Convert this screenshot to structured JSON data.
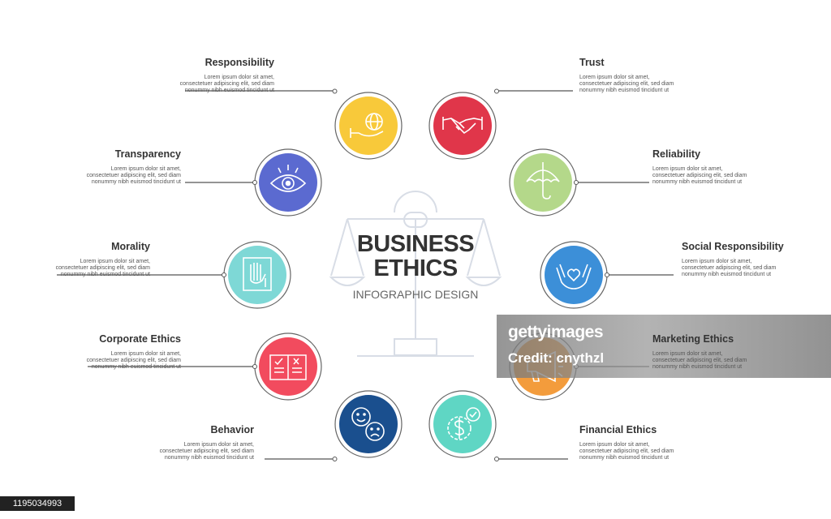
{
  "center": {
    "title_line1": "BUSINESS",
    "title_line2": "ETHICS",
    "subtitle": "INFOGRAPHIC DESIGN"
  },
  "placeholder_lines": [
    "Lorem ipsum dolor sit amet,",
    "consectetuer adipiscing elit, sed diam",
    "nonummy nibh euismod tincidunt ut"
  ],
  "items": [
    {
      "id": "responsibility",
      "title": "Responsibility",
      "color": "#F8C93A",
      "icon": "hand-globe-icon"
    },
    {
      "id": "transparency",
      "title": "Transparency",
      "color": "#5B6AD0",
      "icon": "eye-icon"
    },
    {
      "id": "morality",
      "title": "Morality",
      "color": "#7ED8D6",
      "icon": "raised-hand-icon"
    },
    {
      "id": "corporate-ethics",
      "title": "Corporate Ethics",
      "color": "#F24B5E",
      "icon": "open-book-icon"
    },
    {
      "id": "behavior",
      "title": "Behavior",
      "color": "#1A4F8E",
      "icon": "smiley-faces-icon"
    },
    {
      "id": "trust",
      "title": "Trust",
      "color": "#E0364A",
      "icon": "handshake-icon"
    },
    {
      "id": "reliability",
      "title": "Reliability",
      "color": "#B4D88A",
      "icon": "umbrella-icon"
    },
    {
      "id": "social-responsibility",
      "title": "Social Responsibility",
      "color": "#3C8FD8",
      "icon": "hands-heart-icon"
    },
    {
      "id": "marketing-ethics",
      "title": "Marketing Ethics",
      "color": "#F39C3C",
      "icon": "megaphone-icon"
    },
    {
      "id": "financial-ethics",
      "title": "Financial Ethics",
      "color": "#5FD6C4",
      "icon": "dollar-check-icon"
    }
  ],
  "watermark": {
    "logo": "gettyimages",
    "credit": "Credit: cnythzl"
  },
  "image_id": "1195034993"
}
